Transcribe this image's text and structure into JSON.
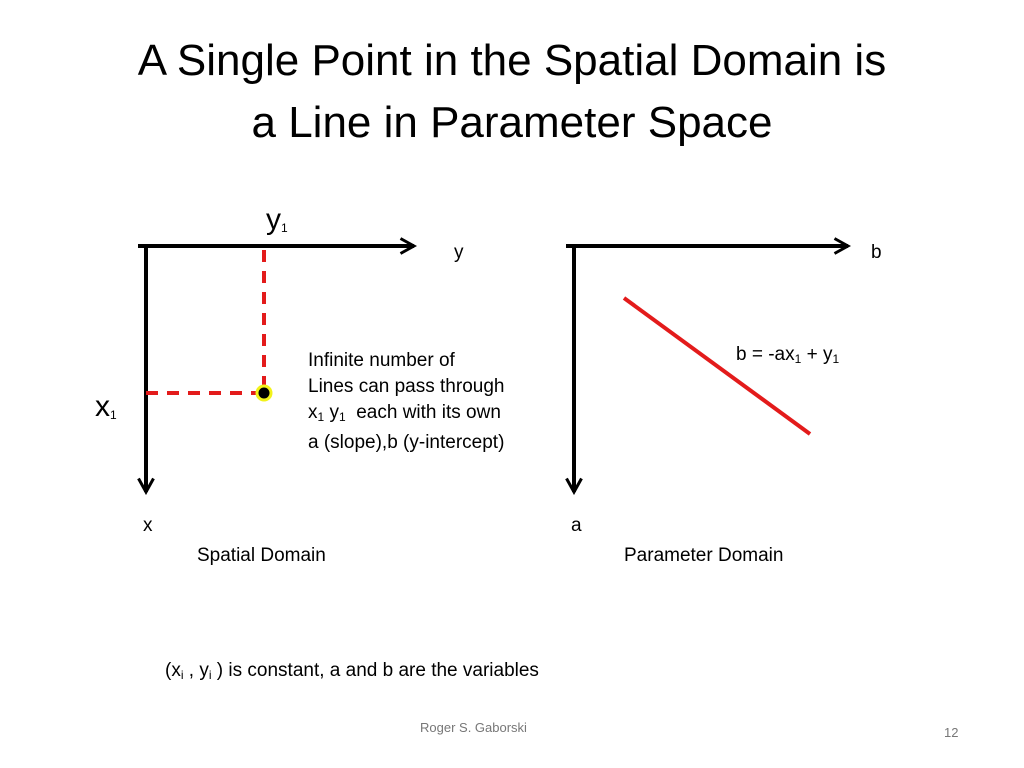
{
  "title": {
    "line1": "A Single Point in the Spatial Domain is",
    "line2": "a Line in Parameter Space"
  },
  "spatial": {
    "y1_base": "y",
    "y1_sub": "1",
    "x1_base": "x",
    "x1_sub": "1",
    "axis_h_label": "y",
    "axis_v_label": "x",
    "caption": "Spatial Domain"
  },
  "description": {
    "line1": "Infinite number of",
    "line2": "Lines can pass through",
    "l3_x": "x",
    "l3_x_sub": "1",
    "l3_y": "y",
    "l3_y_sub": "1",
    "l3_rest": "each with its own",
    "line4": "a (slope),b (y-intercept)"
  },
  "parameter": {
    "axis_h_label": "b",
    "axis_v_label": "a",
    "caption": "Parameter Domain",
    "eq_part1": "b = -ax",
    "eq_sub1": "1",
    "eq_part2": " + y",
    "eq_sub2": "1"
  },
  "note": {
    "open": "(x",
    "sub_i1": "i",
    "mid": " , y",
    "sub_i2": "i",
    "rest": " ) is constant, a and b are the variables"
  },
  "footer": {
    "author": "Roger S. Gaborski",
    "page": "12"
  },
  "colors": {
    "dashed_line": "#e31b1b",
    "param_line": "#e31b1b",
    "point_fill": "#000000",
    "point_ring": "#f2f21a"
  }
}
